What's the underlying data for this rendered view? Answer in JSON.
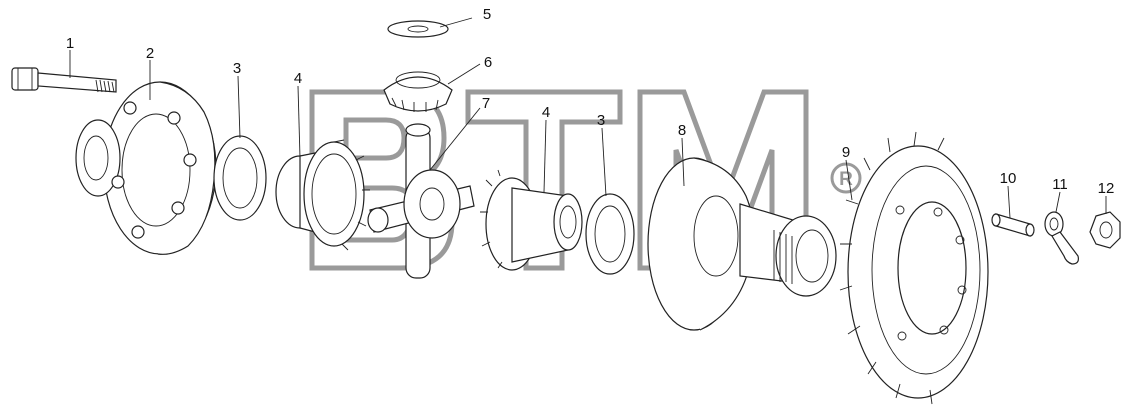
{
  "watermark": {
    "text": "BTM",
    "mark": "®",
    "color": "#9a9a9a"
  },
  "callouts": [
    {
      "id": "1",
      "text": "1"
    },
    {
      "id": "2",
      "text": "2"
    },
    {
      "id": "3a",
      "text": "3"
    },
    {
      "id": "4a",
      "text": "4"
    },
    {
      "id": "5",
      "text": "5"
    },
    {
      "id": "6",
      "text": "6"
    },
    {
      "id": "7",
      "text": "7"
    },
    {
      "id": "4b",
      "text": "4"
    },
    {
      "id": "3b",
      "text": "3"
    },
    {
      "id": "8",
      "text": "8"
    },
    {
      "id": "9",
      "text": "9"
    },
    {
      "id": "10",
      "text": "10"
    },
    {
      "id": "11",
      "text": "11"
    },
    {
      "id": "12",
      "text": "12"
    }
  ],
  "parts": [
    {
      "name": "bolt"
    },
    {
      "name": "differential-case-half"
    },
    {
      "name": "thrust-washer"
    },
    {
      "name": "side-gear"
    },
    {
      "name": "pinion-washer"
    },
    {
      "name": "pinion-gear"
    },
    {
      "name": "spider-cross"
    },
    {
      "name": "differential-case"
    },
    {
      "name": "ring-gear"
    },
    {
      "name": "pin"
    },
    {
      "name": "lock-washer"
    },
    {
      "name": "nut"
    }
  ]
}
